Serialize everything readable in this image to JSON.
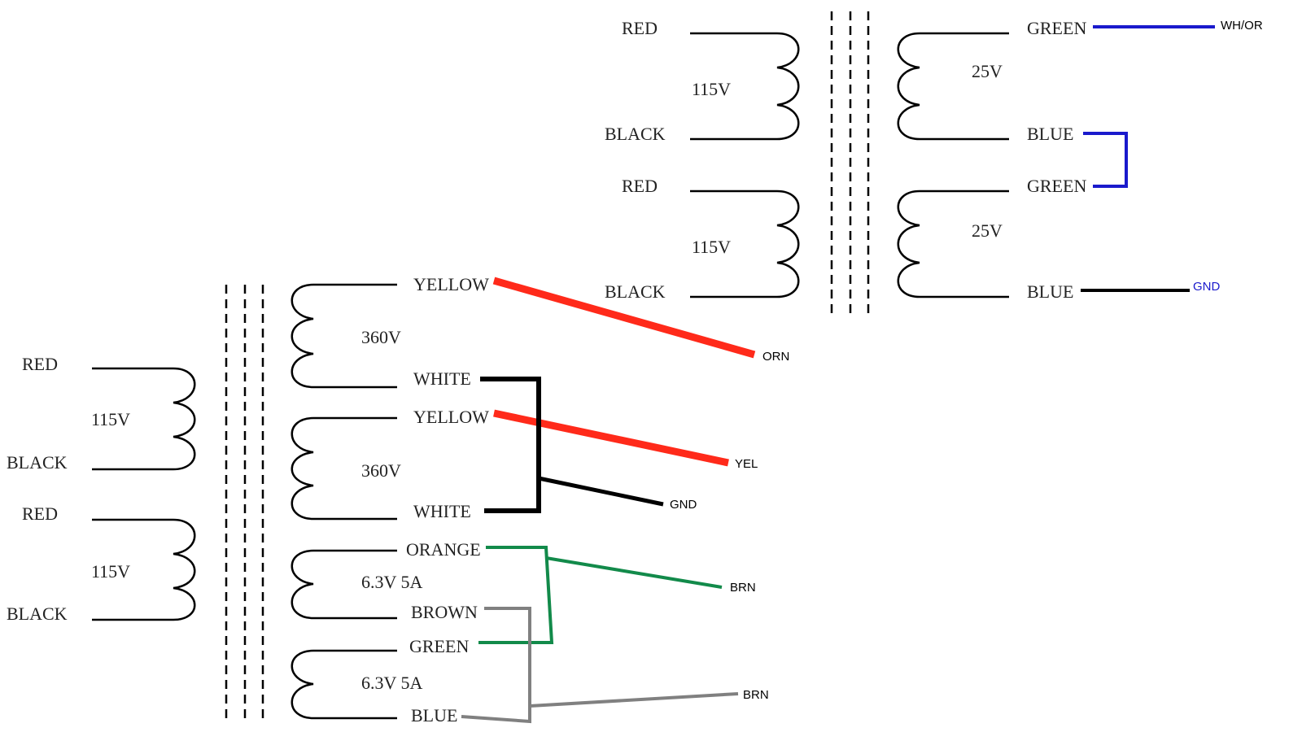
{
  "top_transformer": {
    "primary": [
      {
        "top_lead": "RED",
        "voltage": "115V",
        "bottom_lead": "BLACK"
      },
      {
        "top_lead": "RED",
        "voltage": "115V",
        "bottom_lead": "BLACK"
      }
    ],
    "secondary": [
      {
        "top_lead": "GREEN",
        "voltage": "25V",
        "bottom_lead": "BLUE"
      },
      {
        "top_lead": "GREEN",
        "voltage": "25V",
        "bottom_lead": "BLUE"
      }
    ],
    "connections": [
      {
        "label": "WH/OR",
        "color": "#1a1acc"
      },
      {
        "label": "",
        "color": "#1a1acc"
      },
      {
        "label": "GND",
        "color": "#000000",
        "label_color": "#1a1acc"
      }
    ]
  },
  "bottom_transformer": {
    "primary": [
      {
        "top_lead": "RED",
        "voltage": "115V",
        "bottom_lead": "BLACK"
      },
      {
        "top_lead": "RED",
        "voltage": "115V",
        "bottom_lead": "BLACK"
      }
    ],
    "secondary": [
      {
        "top_lead": "YELLOW",
        "voltage": "360V",
        "bottom_lead": "WHITE"
      },
      {
        "top_lead": "YELLOW",
        "voltage": "360V",
        "bottom_lead": "WHITE"
      },
      {
        "top_lead": "ORANGE",
        "voltage": "6.3V 5A",
        "bottom_lead": "BROWN"
      },
      {
        "top_lead": "GREEN",
        "voltage": "6.3V 5A",
        "bottom_lead": "BLUE"
      }
    ],
    "connections": [
      {
        "label": "ORN",
        "color": "#ff2a1a"
      },
      {
        "label": "YEL",
        "color": "#ff2a1a"
      },
      {
        "label": "GND",
        "color": "#000000"
      },
      {
        "label": "BRN",
        "color": "#128a4a"
      },
      {
        "label": "BRN",
        "color": "#808080"
      }
    ]
  }
}
